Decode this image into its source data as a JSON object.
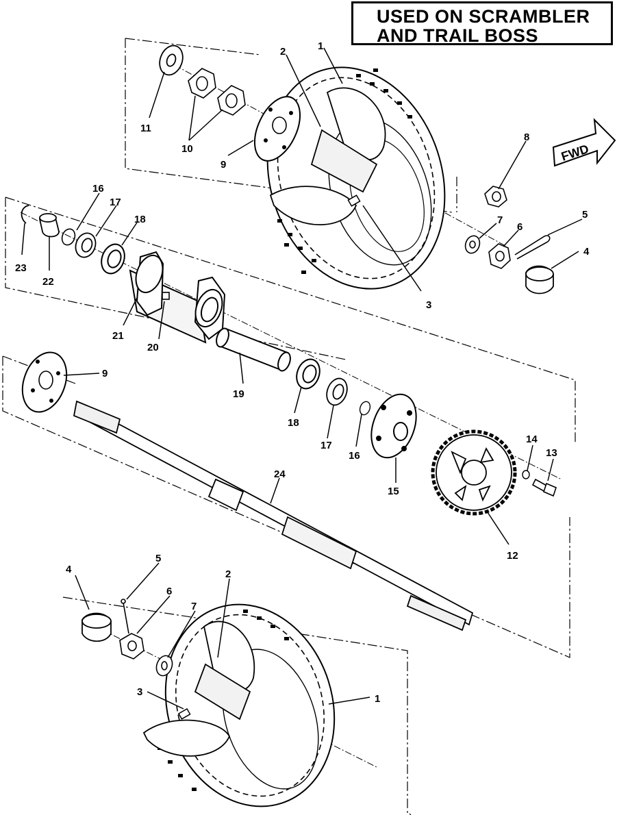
{
  "note": {
    "line1": "USED ON SCRAMBLER",
    "line2": "AND TRAIL BOSS"
  },
  "direction_arrow": "FWD",
  "callouts": {
    "c1_top": "1",
    "c2_top": "2",
    "c3_top": "3",
    "c4_top": "4",
    "c5_top": "5",
    "c6_top": "6",
    "c7_top": "7",
    "c8": "8",
    "c9_top": "9",
    "c10": "10",
    "c11": "11",
    "c16_left": "16",
    "c17_left": "17",
    "c18_left": "18",
    "c19": "19",
    "c20": "20",
    "c21": "21",
    "c22": "22",
    "c23": "23",
    "c9_mid": "9",
    "c18_right": "18",
    "c17_right": "17",
    "c16_right": "16",
    "c15": "15",
    "c14": "14",
    "c13": "13",
    "c12": "12",
    "c24": "24",
    "c4_bottom": "4",
    "c5_bottom": "5",
    "c6_bottom": "6",
    "c7_bottom": "7",
    "c2_bottom": "2",
    "c3_bottom": "3",
    "c1_bottom": "1"
  }
}
